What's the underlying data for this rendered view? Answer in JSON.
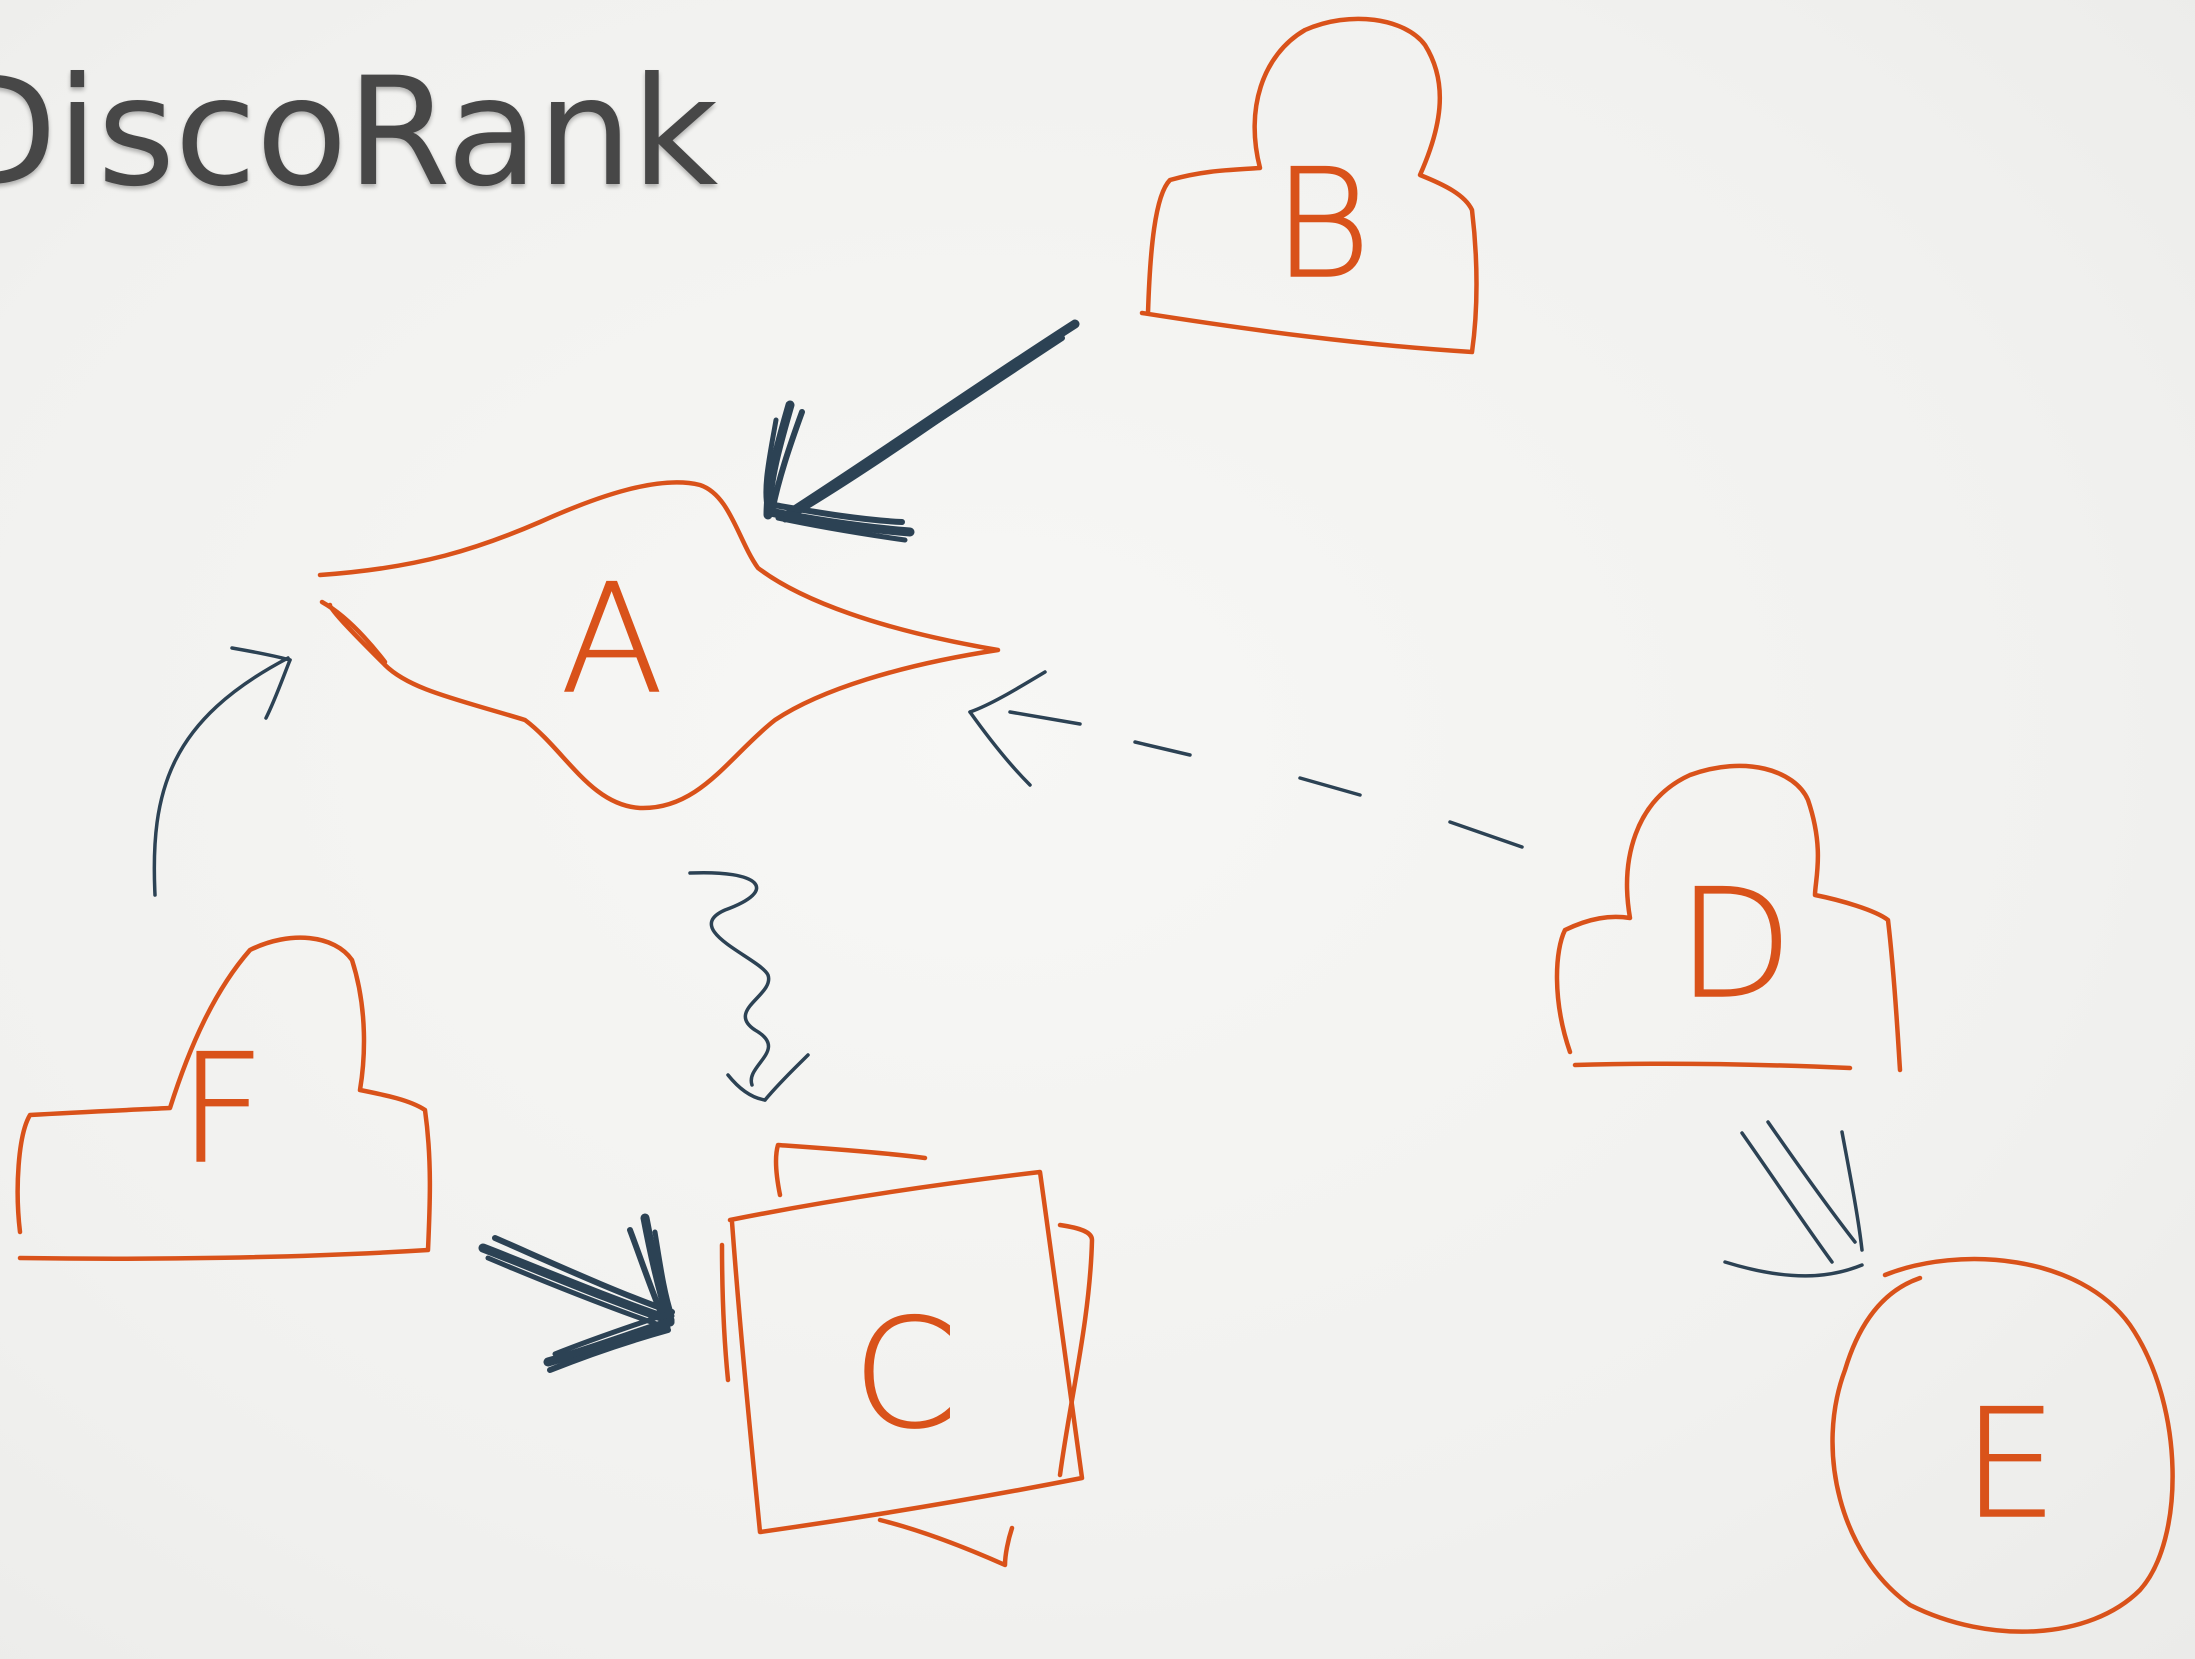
{
  "title": "DiscoRank",
  "colors": {
    "background": "#f2f2f0",
    "title_text": "#474747",
    "node_stroke": "#d9521a",
    "edge_stroke": "#2c4254"
  },
  "nodes": {
    "a": {
      "label": "A",
      "shape": "four-pointed-star"
    },
    "b": {
      "label": "B",
      "shape": "dome"
    },
    "c": {
      "label": "C",
      "shape": "stacked-squares"
    },
    "d": {
      "label": "D",
      "shape": "dome"
    },
    "e": {
      "label": "E",
      "shape": "circle"
    },
    "f": {
      "label": "F",
      "shape": "dome"
    }
  },
  "edges": [
    {
      "from": "B",
      "to": "A",
      "style": "bold"
    },
    {
      "from": "F",
      "to": "A",
      "style": "curved"
    },
    {
      "from": "D",
      "to": "A",
      "style": "dashed"
    },
    {
      "from": "A",
      "to": "C",
      "style": "squiggly"
    },
    {
      "from": "F",
      "to": "C",
      "style": "bold"
    },
    {
      "from": "D",
      "to": "E",
      "style": "double"
    }
  ]
}
